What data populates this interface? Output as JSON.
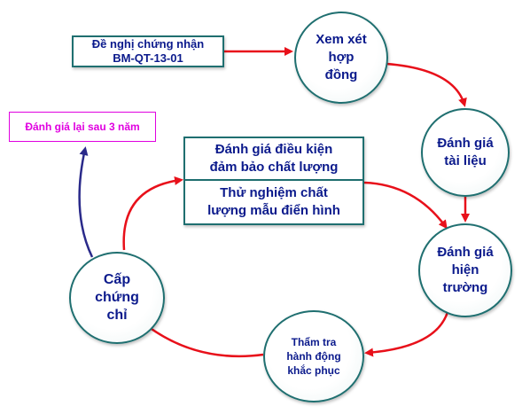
{
  "nodes": {
    "request": "Đề nghị chứng nhận\nBM-QT-13-01",
    "contract_review": "Xem xét\nhợp\nđồng",
    "document_evaluation": "Đánh giá\ntài liệu",
    "field_evaluation": "Đánh giá\nhiện\ntrường",
    "corrective_action_verification": "Thẩm tra\nhành động\nkhắc phục",
    "certification": "Cấp\nchứng\nchỉ",
    "condition_evaluation": "Đánh giá điều kiện\nđảm bảo chất lượng",
    "sample_testing": "Thử nghiệm chất\nlượng mẫu điển hình",
    "reevaluation": "Đánh giá lại sau 3 năm"
  },
  "colors": {
    "flow_arrow": "#e8101a",
    "reevaluation_arrow": "#2a2a8a",
    "node_text": "#0b1a8c",
    "node_border": "#1f6f70",
    "reevaluation_text": "#e000e0"
  }
}
